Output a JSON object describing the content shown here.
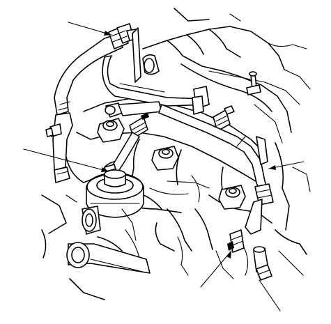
{
  "diagram": {
    "kind": "exploded-view line drawing",
    "colors": {
      "ink": "#000000",
      "background": "#ffffff"
    },
    "callouts": [
      {
        "id": "callout-upper-left",
        "target": "hose-clamp"
      },
      {
        "id": "callout-left",
        "target": "breather-tube-connector"
      },
      {
        "id": "callout-right",
        "target": "bypass-hose-clamp"
      },
      {
        "id": "callout-bottom-center",
        "target": "hose-fitting"
      },
      {
        "id": "callout-bottom-right",
        "target": "tube-end"
      }
    ]
  }
}
